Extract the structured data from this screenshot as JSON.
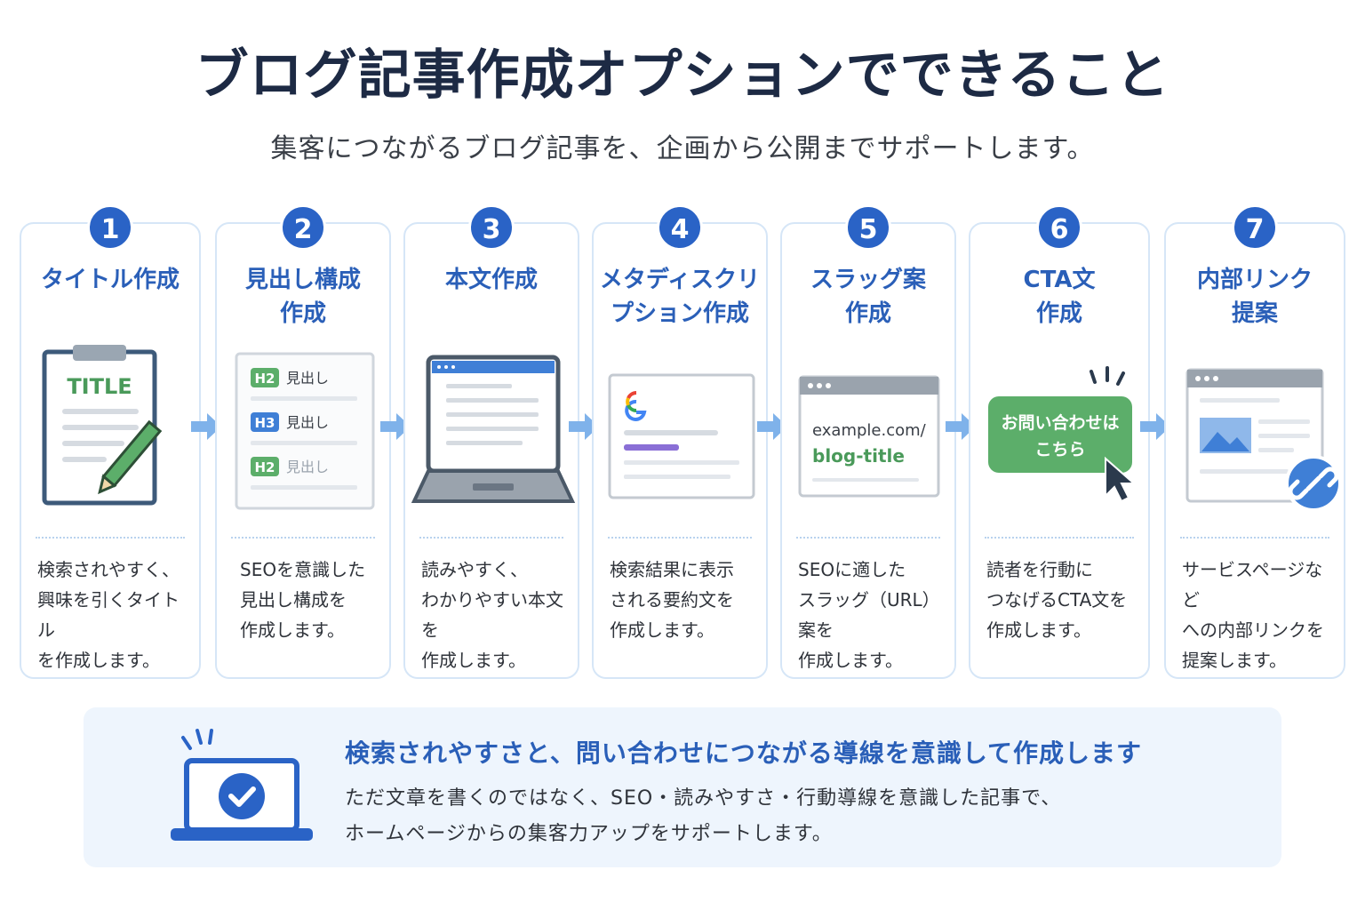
{
  "page": {
    "title": "ブログ記事作成オプションでできること",
    "subtitle": "集客につながるブログ記事を、企画から公開までサポートします。"
  },
  "colors": {
    "accent_blue": "#2a63c6",
    "title_highlight": "#fbe98a",
    "card_border": "#d6e6f7",
    "arrow": "#7fb2ea",
    "cta_green": "#5cae6a"
  },
  "steps": [
    {
      "number": "1",
      "title": "タイトル作成",
      "desc": [
        "検索されやすく、",
        "興味を引くタイトル",
        "を作成します。"
      ],
      "illustration": {
        "label": "TITLE",
        "icon": "clipboard-pencil-icon"
      }
    },
    {
      "number": "2",
      "title": "見出し構成\n作成",
      "desc": [
        "SEOを意識した",
        "見出し構成を",
        "作成します。"
      ],
      "illustration": {
        "icon": "heading-outline-icon",
        "tags": [
          "H2",
          "H3",
          "H2"
        ],
        "label": "見出し"
      }
    },
    {
      "number": "3",
      "title": "本文作成",
      "desc": [
        "読みやすく、",
        "わかりやすい本文を",
        "作成します。"
      ],
      "illustration": {
        "icon": "laptop-icon"
      }
    },
    {
      "number": "4",
      "title": "メタディスクリ\nプション作成",
      "desc": [
        "検索結果に表示",
        "される要約文を",
        "作成します。"
      ],
      "illustration": {
        "icon": "search-result-icon"
      }
    },
    {
      "number": "5",
      "title": "スラッグ案\n作成",
      "desc": [
        "SEOに適した",
        "スラッグ（URL）案を",
        "作成します。"
      ],
      "illustration": {
        "icon": "browser-url-icon",
        "url_line1": "example.com/",
        "url_line2": "blog-title"
      }
    },
    {
      "number": "6",
      "title": "CTA文\n作成",
      "desc": [
        "読者を行動に",
        "つなげるCTA文を",
        "作成します。"
      ],
      "illustration": {
        "icon": "cta-button-icon",
        "button_line1": "お問い合わせは",
        "button_line2": "こちら"
      }
    },
    {
      "number": "7",
      "title": "内部リンク\n提案",
      "desc": [
        "サービスページなど",
        "への内部リンクを",
        "提案します。"
      ],
      "illustration": {
        "icon": "internal-link-icon"
      }
    }
  ],
  "summary": {
    "heading": "検索されやすさと、問い合わせにつながる導線を意識して作成します",
    "line1": "ただ文章を書くのではなく、SEO・読みやすさ・行動導線を意識した記事で、",
    "line2": "ホームページからの集客力アップをサポートします。",
    "icon": "laptop-check-icon"
  }
}
